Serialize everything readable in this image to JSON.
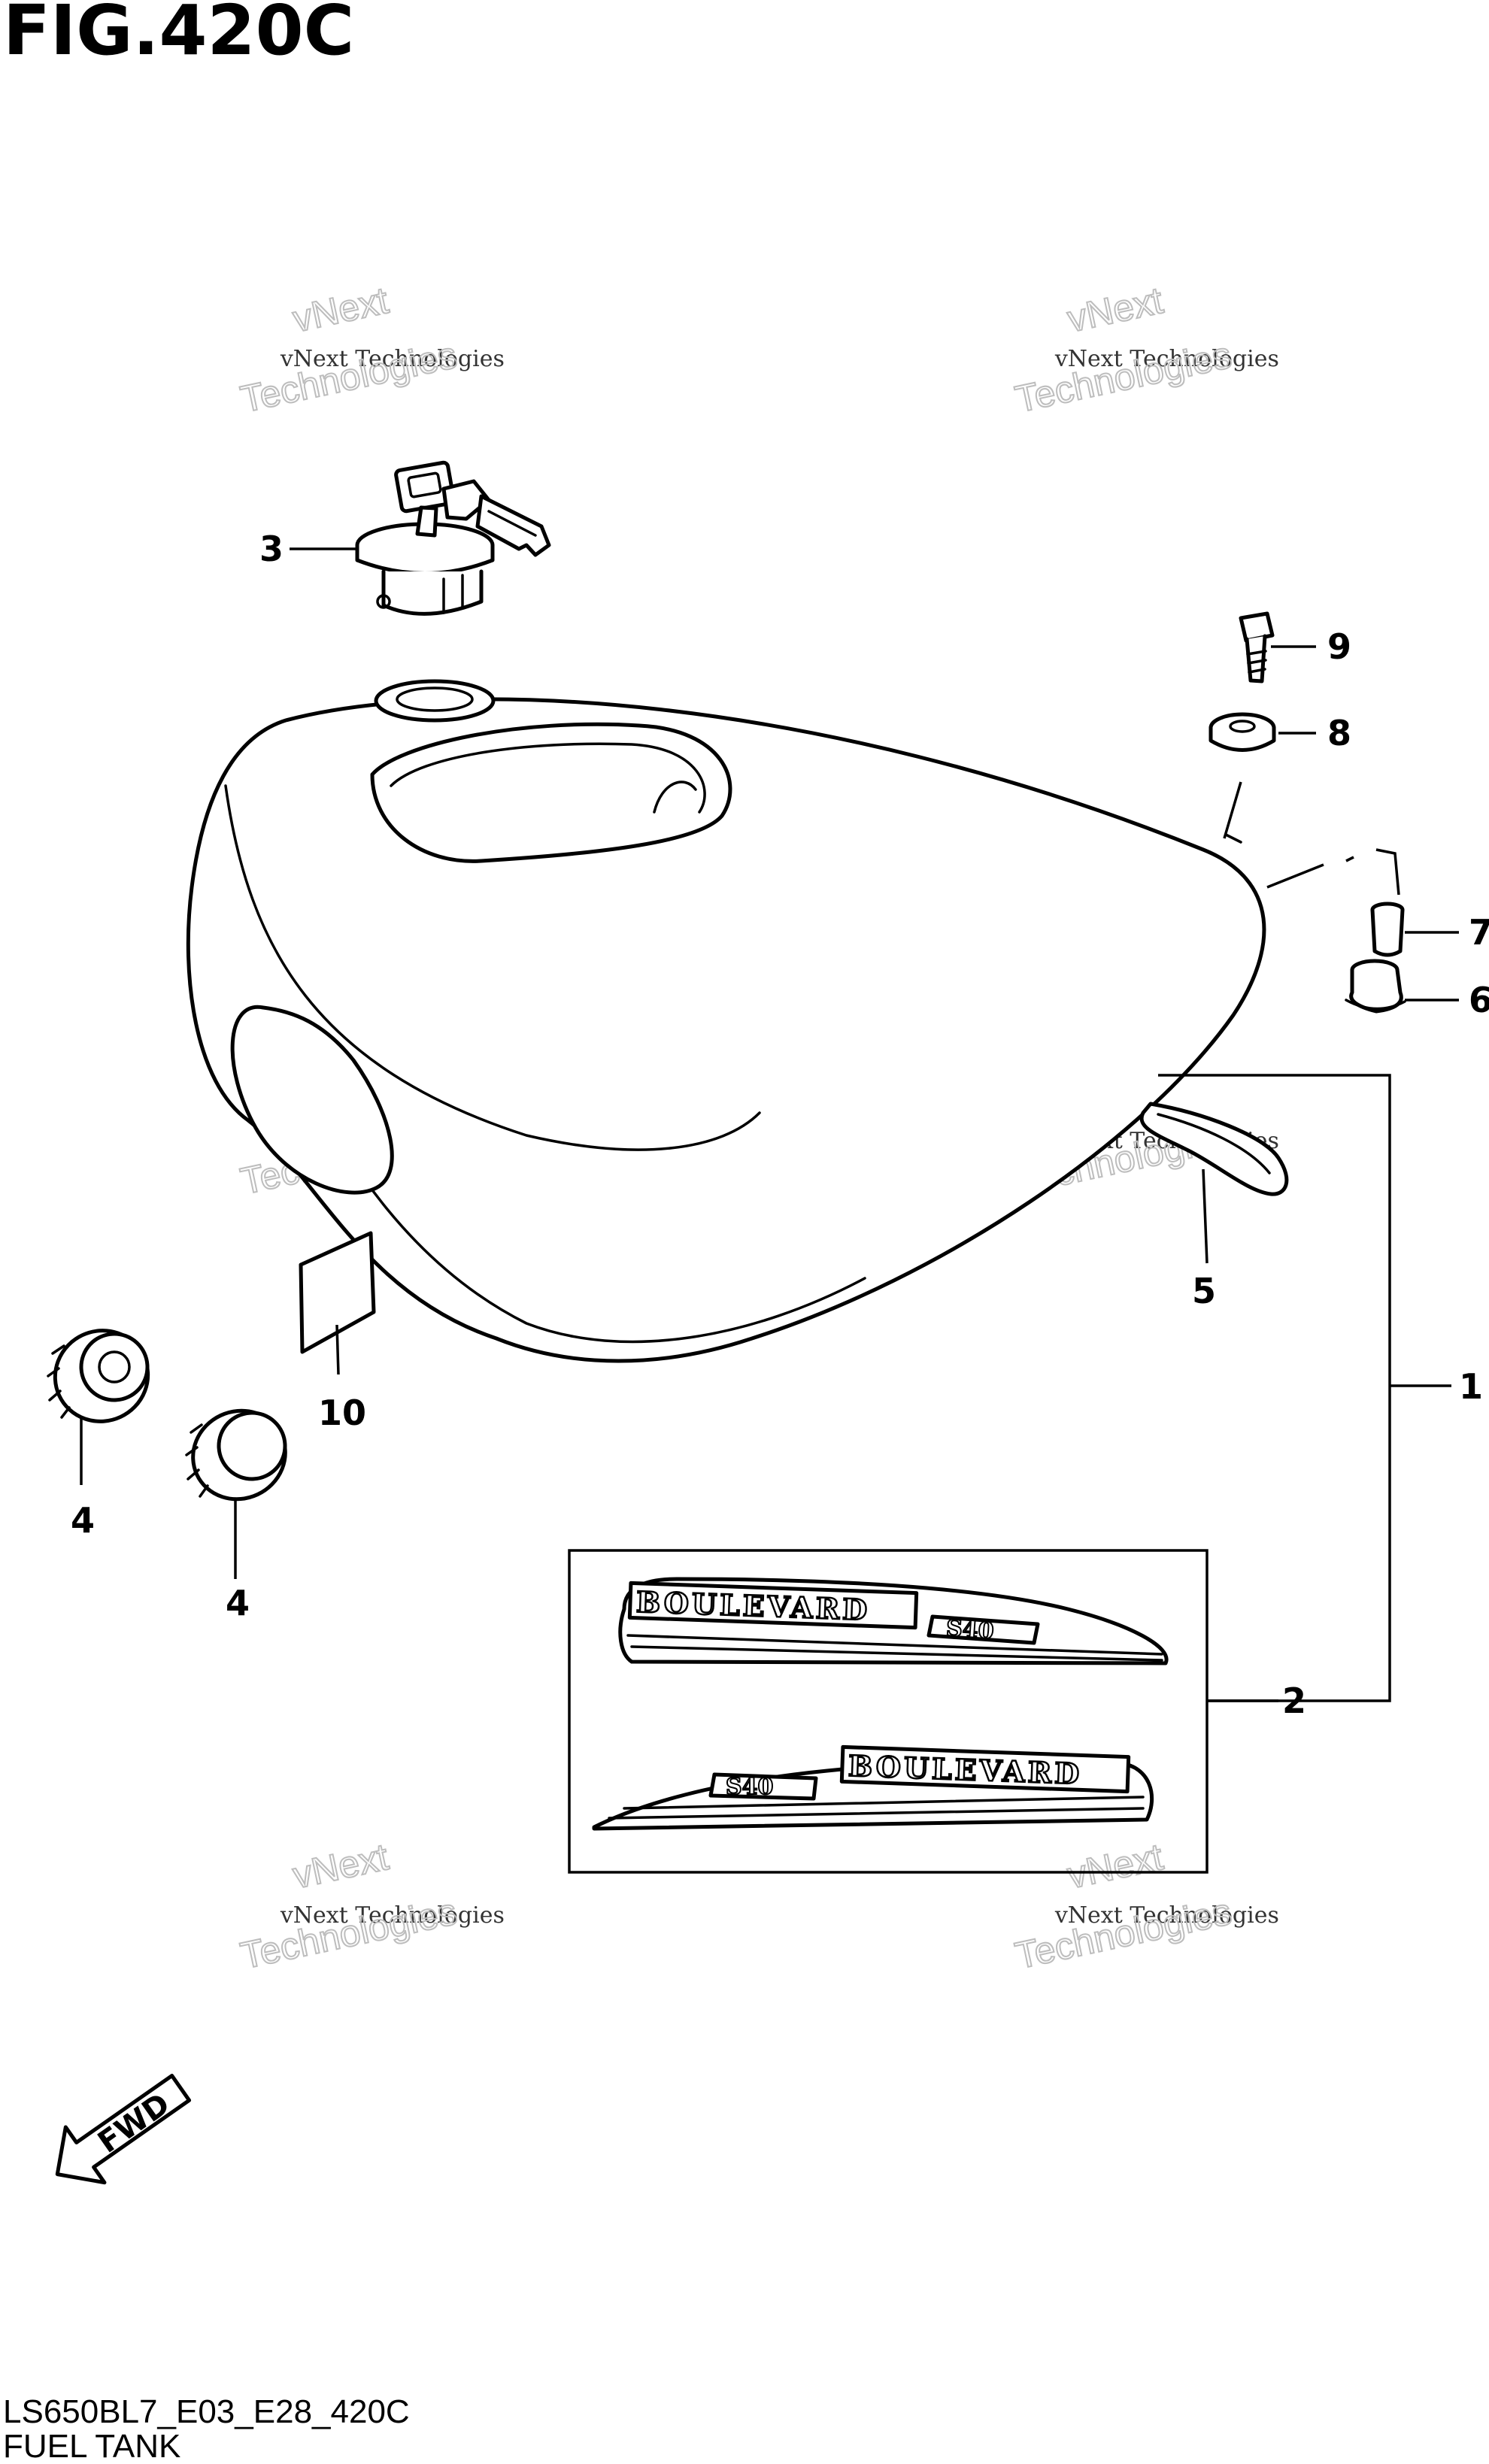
{
  "figure": {
    "title": "FIG.420C",
    "code": "LS650BL7_E03_E28_420C",
    "name": "FUEL TANK"
  },
  "watermark": {
    "line1": "vNext Technologies",
    "line2": "vNext",
    "line3": "Technologies"
  },
  "decal": {
    "word": "BOULEVARD",
    "number": "S40"
  },
  "fwd": {
    "label": "FWD"
  },
  "callouts": {
    "c1": "1",
    "c2": "2",
    "c3": "3",
    "c4a": "4",
    "c4b": "4",
    "c5": "5",
    "c6": "6",
    "c7": "7",
    "c8": "8",
    "c9": "9",
    "c10": "10"
  }
}
